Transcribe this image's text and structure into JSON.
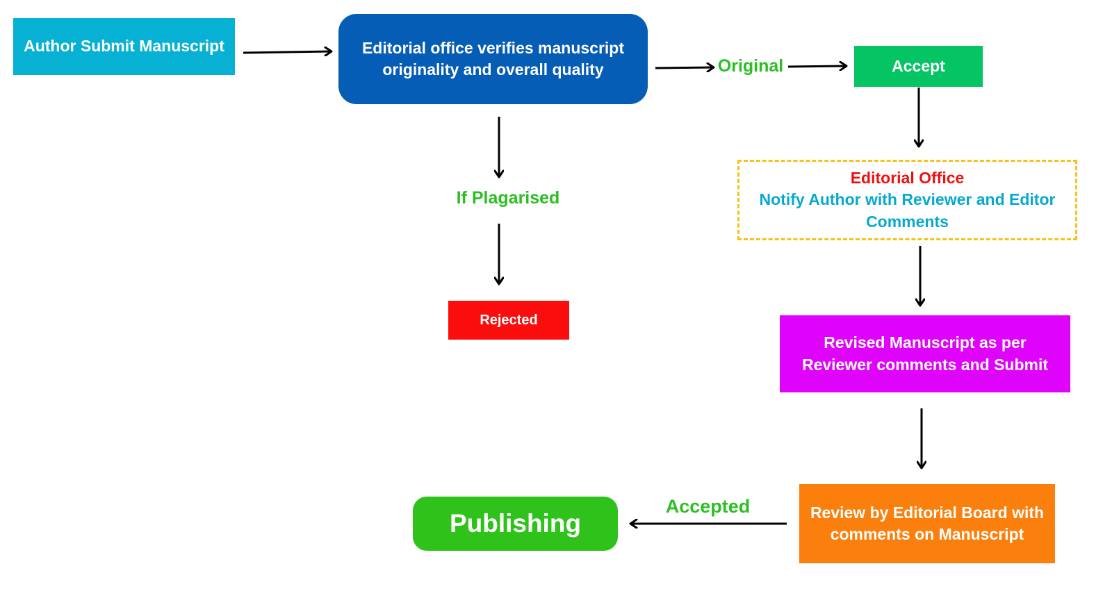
{
  "diagram": {
    "nodes": {
      "author_submit": "Author Submit Manuscript",
      "editorial_verify": "Editorial office verifies manuscript originality and overall quality",
      "accept": "Accept",
      "rejected": "Rejected",
      "editorial_office_title": "Editorial Office",
      "notify_author": "Notify Author with Reviewer and Editor Comments",
      "revised_manuscript": "Revised Manuscript as per Reviewer comments and Submit",
      "review_board": "Review by Editorial Board with comments on Manuscript",
      "publishing": "Publishing"
    },
    "labels": {
      "original": "Original",
      "if_plagarised": "If Plagarised",
      "accepted": "Accepted"
    },
    "colors": {
      "author_submit": "#06b1d4",
      "editorial_verify": "#055db5",
      "accept": "#05c463",
      "rejected": "#fb0d0d",
      "notify_border": "#f5c218",
      "editorial_office_title": "#ee1111",
      "notify_text": "#07a9cf",
      "revised_manuscript": "#e003fb",
      "review_board": "#fb7f0c",
      "publishing": "#2ec21a",
      "edge_label": "#2cbf22",
      "arrow": "#000000"
    }
  }
}
